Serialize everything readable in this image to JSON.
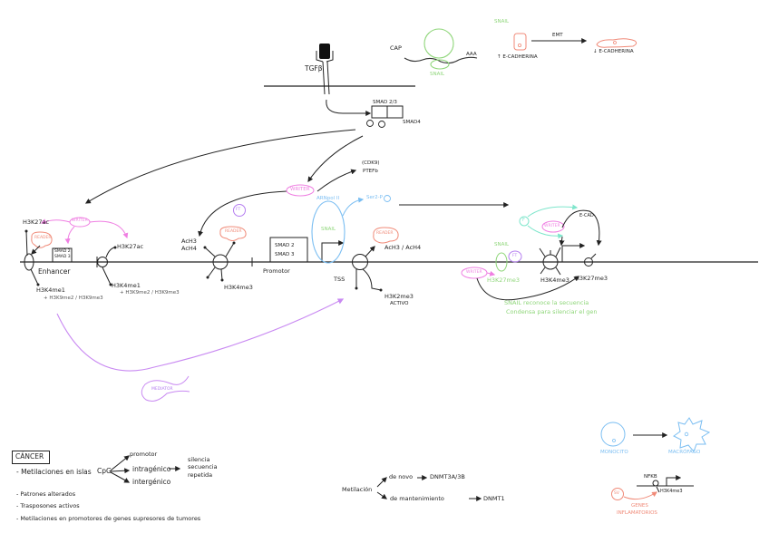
{
  "signaling": {
    "receptor_label": "TGFβ",
    "smad_complex_label": "SMAD 2/3",
    "smad4_label": "SMAD4",
    "phospho_label": "P"
  },
  "mrna": {
    "cap_label": "CAP",
    "tail_label": "AAA",
    "protein_label": "SNAIL"
  },
  "emt": {
    "snail_label": "SNAIL",
    "arrow_label": "EMT",
    "epithelial_label": "↑ E-CADHERINA",
    "mesenchymal_label": "↓ E-CADHERINA"
  },
  "writer_top": {
    "label": "WRITER",
    "target_line1": "(CDK9)",
    "target_line2": "PTEFb"
  },
  "enhancer": {
    "label": "Enhancer",
    "mark_ac": "H3K27ac",
    "mark_me1": "H3K4me1",
    "mark_me_extra": "+ H3K9me2 / H3K9me3",
    "reader_label": "READER",
    "writer_label": "WRITER",
    "smad_box_line1": "SMAD 2",
    "smad_box_line2": "SMAD 3",
    "second_ac": "H3K27ac",
    "second_me1": "H3K4me1",
    "second_me_extra": "+ H3K9me2 / H3K9me3"
  },
  "promoter": {
    "label": "Promotor",
    "ac_line1": "AcH3",
    "ac_line2": "AcH4",
    "me_label": "H3K4me3",
    "tf_label": "FT",
    "reader_label": "READER",
    "smad_box_line1": "SMAD 2",
    "smad_box_line2": "SMAD 3"
  },
  "tss": {
    "label": "TSS",
    "polymerase_label": "ARNpol II",
    "ser_label": "Ser2-P",
    "snail_label": "SNAIL",
    "reader_label": "READER",
    "ac_label": "AcH3 / AcH4",
    "me_line1": "H3K2me3",
    "me_line2": "ACTIVO"
  },
  "silencing": {
    "snail_label": "SNAIL",
    "tf_label": "FT",
    "writer_left": "WRITER",
    "writer_mid": "WRITER",
    "mark_left": "H3K27me3",
    "mark_mid": "H3K4me3",
    "mark_right": "H3K27me3",
    "ecad_label": "E-CAD",
    "f_label": "F",
    "note_line1": "SNAIL reconoce la secuencia",
    "note_line2": "Condensa para silenciar el gen"
  },
  "mediator": {
    "label": "MEDIATOR"
  },
  "cancer": {
    "title": "CÁNCER",
    "items": [
      "- Metilaciones en islas",
      "- Patrones alterados",
      "- Trasposones activos",
      "- Metilaciones en promotores  de genes  supresores de tumores"
    ],
    "cpg_label": "CpG",
    "branches": [
      "promotor",
      "intragénico",
      "intergénico"
    ],
    "result_line1": "silencia",
    "result_line2": "secuencia",
    "result_line3": "repetida"
  },
  "methylation": {
    "label": "Metilación",
    "denovo_label": "de novo",
    "denovo_enzyme": "DNMT3A/3B",
    "maintenance_label": "de mantenimiento",
    "maintenance_enzyme": "DNMT1"
  },
  "immune": {
    "monocyte_label": "MONOCITO",
    "macrophage_label": "MACRÓFAGO",
    "nfkb_label": "NFKB",
    "mark_label": "H3K4me3",
    "stimulus_label": "SV",
    "genes_line1": "GENES",
    "genes_line2": "INFLAMATORIOS"
  },
  "colors": {
    "ink": "#222222",
    "snail_green": "#8fd67a",
    "writer_pink": "#ef7fe2",
    "reader_salmon": "#f08a78",
    "pol_blue": "#7bbef2",
    "mediator_purple": "#b57ef0",
    "teal": "#7fe6cc"
  }
}
